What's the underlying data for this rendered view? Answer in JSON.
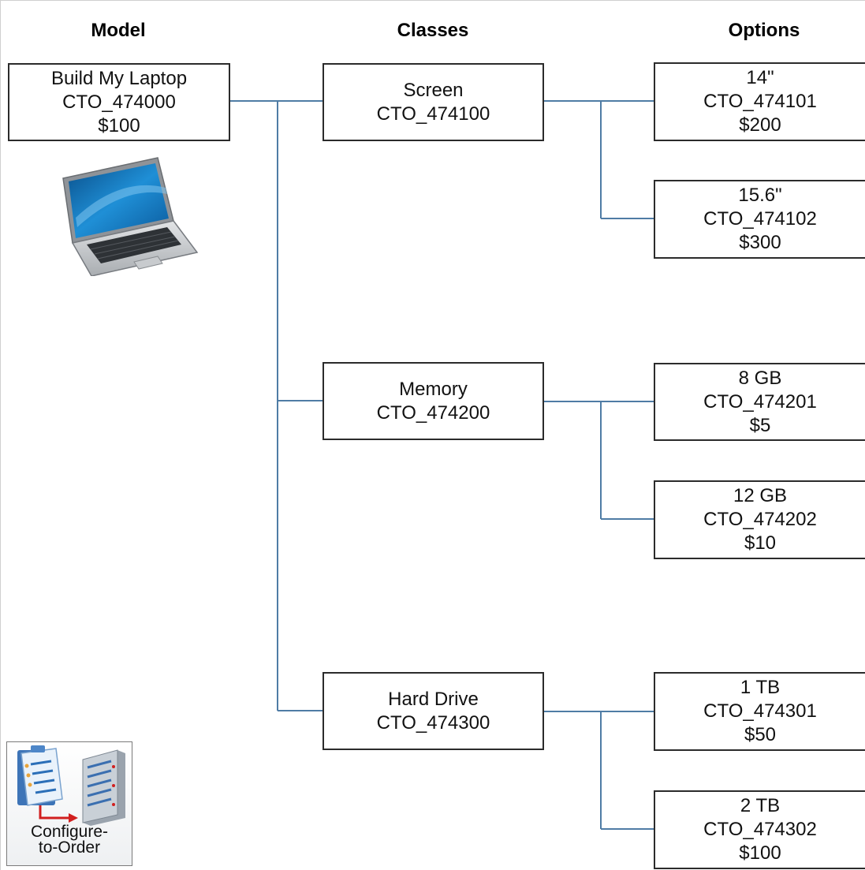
{
  "headers": {
    "model": "Model",
    "classes": "Classes",
    "options": "Options"
  },
  "model": {
    "name": "Build My Laptop",
    "code": "CTO_474000",
    "price": "$100"
  },
  "classes": [
    {
      "name": "Screen",
      "code": "CTO_474100"
    },
    {
      "name": "Memory",
      "code": "CTO_474200"
    },
    {
      "name": "Hard Drive",
      "code": "CTO_474300"
    }
  ],
  "options": [
    {
      "name": "14\"",
      "code": "CTO_474101",
      "price": "$200"
    },
    {
      "name": "15.6\"",
      "code": "CTO_474102",
      "price": "$300"
    },
    {
      "name": "8 GB",
      "code": "CTO_474201",
      "price": "$5"
    },
    {
      "name": "12 GB",
      "code": "CTO_474202",
      "price": "$10"
    },
    {
      "name": "1 TB",
      "code": "CTO_474301",
      "price": "$50"
    },
    {
      "name": "2 TB",
      "code": "CTO_474302",
      "price": "$100"
    }
  ],
  "app_icon": {
    "label_line1": "Configure-",
    "label_line2": "to-Order",
    "icon": "configure-to-order-icon"
  },
  "images": {
    "laptop": "laptop-icon"
  },
  "colors": {
    "connector": "#4f7ca5",
    "box_border": "#2b2b2b"
  }
}
